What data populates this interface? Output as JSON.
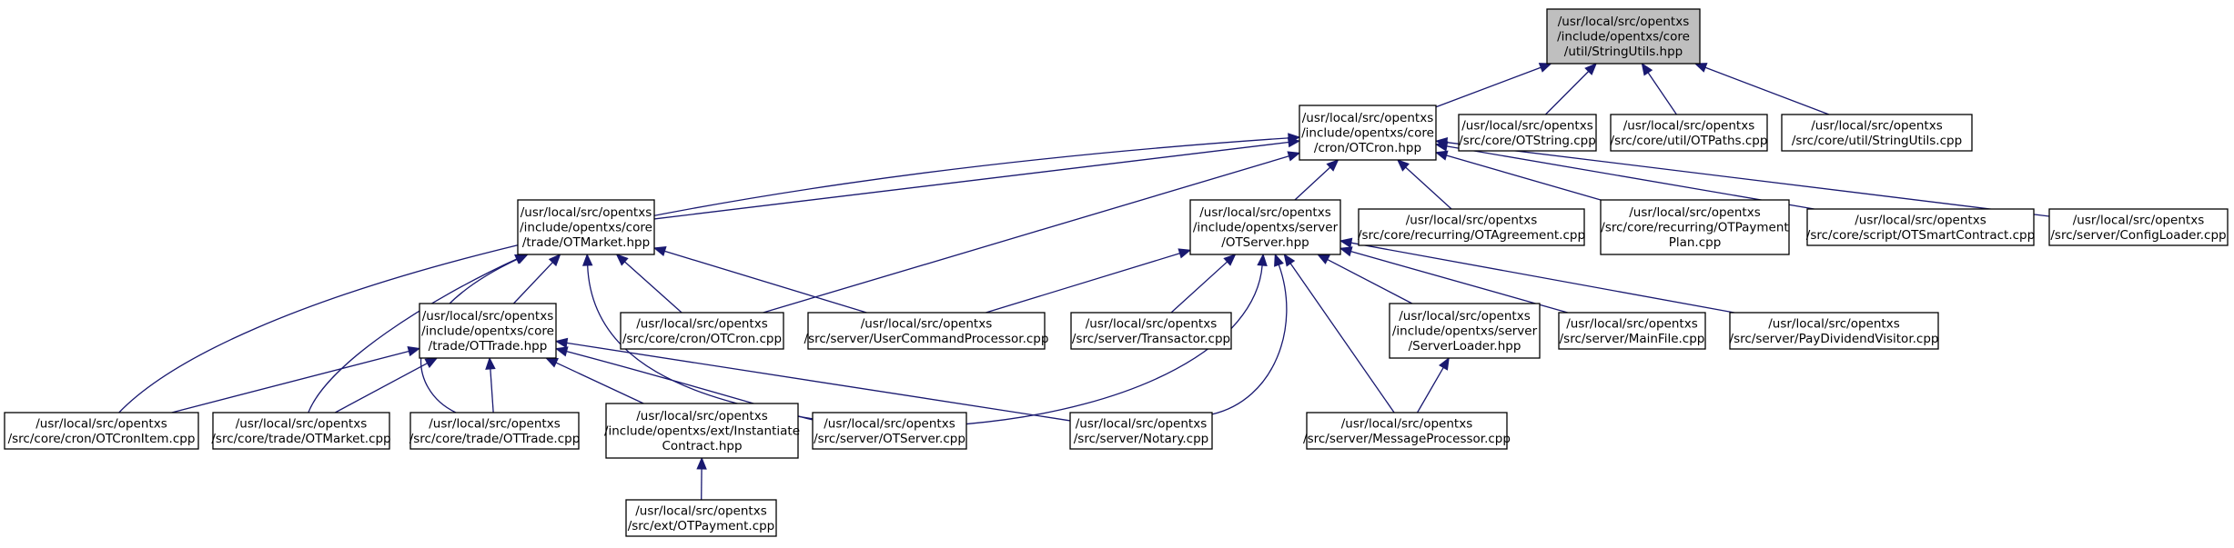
{
  "nodes": [
    {
      "id": "n0",
      "root": true,
      "lines": [
        "/usr/local/src/opentxs",
        "/include/opentxs/core",
        "/util/StringUtils.hpp"
      ]
    },
    {
      "id": "n1",
      "lines": [
        "/usr/local/src/opentxs",
        "/include/opentxs/core",
        "/cron/OTCron.hpp"
      ]
    },
    {
      "id": "n2",
      "lines": [
        "/usr/local/src/opentxs",
        "/src/core/OTString.cpp"
      ]
    },
    {
      "id": "n3",
      "lines": [
        "/usr/local/src/opentxs",
        "/src/core/util/OTPaths.cpp"
      ]
    },
    {
      "id": "n4",
      "lines": [
        "/usr/local/src/opentxs",
        "/src/core/util/StringUtils.cpp"
      ]
    },
    {
      "id": "n5",
      "lines": [
        "/usr/local/src/opentxs",
        "/include/opentxs/core",
        "/trade/OTMarket.hpp"
      ]
    },
    {
      "id": "n6",
      "lines": [
        "/usr/local/src/opentxs",
        "/include/opentxs/server",
        "/OTServer.hpp"
      ]
    },
    {
      "id": "n7",
      "lines": [
        "/usr/local/src/opentxs",
        "/src/core/recurring/OTAgreement.cpp"
      ]
    },
    {
      "id": "n8",
      "lines": [
        "/usr/local/src/opentxs",
        "/src/core/recurring/OTPayment",
        "Plan.cpp"
      ]
    },
    {
      "id": "n9",
      "lines": [
        "/usr/local/src/opentxs",
        "/src/core/script/OTSmartContract.cpp"
      ]
    },
    {
      "id": "n10",
      "lines": [
        "/usr/local/src/opentxs",
        "/src/server/ConfigLoader.cpp"
      ]
    },
    {
      "id": "n11",
      "lines": [
        "/usr/local/src/opentxs",
        "/include/opentxs/core",
        "/trade/OTTrade.hpp"
      ]
    },
    {
      "id": "n12",
      "lines": [
        "/usr/local/src/opentxs",
        "/src/core/cron/OTCron.cpp"
      ]
    },
    {
      "id": "n13",
      "lines": [
        "/usr/local/src/opentxs",
        "/src/server/UserCommandProcessor.cpp"
      ]
    },
    {
      "id": "n14",
      "lines": [
        "/usr/local/src/opentxs",
        "/src/server/Transactor.cpp"
      ]
    },
    {
      "id": "n15",
      "lines": [
        "/usr/local/src/opentxs",
        "/include/opentxs/server",
        "/ServerLoader.hpp"
      ]
    },
    {
      "id": "n16",
      "lines": [
        "/usr/local/src/opentxs",
        "/src/server/MainFile.cpp"
      ]
    },
    {
      "id": "n17",
      "lines": [
        "/usr/local/src/opentxs",
        "/src/server/PayDividendVisitor.cpp"
      ]
    },
    {
      "id": "n18",
      "lines": [
        "/usr/local/src/opentxs",
        "/src/core/cron/OTCronItem.cpp"
      ]
    },
    {
      "id": "n19",
      "lines": [
        "/usr/local/src/opentxs",
        "/src/core/trade/OTMarket.cpp"
      ]
    },
    {
      "id": "n20",
      "lines": [
        "/usr/local/src/opentxs",
        "/src/core/trade/OTTrade.cpp"
      ]
    },
    {
      "id": "n21",
      "lines": [
        "/usr/local/src/opentxs",
        "/include/opentxs/ext/Instantiate",
        "Contract.hpp"
      ]
    },
    {
      "id": "n22",
      "lines": [
        "/usr/local/src/opentxs",
        "/src/server/OTServer.cpp"
      ]
    },
    {
      "id": "n23",
      "lines": [
        "/usr/local/src/opentxs",
        "/src/server/Notary.cpp"
      ]
    },
    {
      "id": "n24",
      "lines": [
        "/usr/local/src/opentxs",
        "/src/server/MessageProcessor.cpp"
      ]
    },
    {
      "id": "n25",
      "lines": [
        "/usr/local/src/opentxs",
        "/src/ext/OTPayment.cpp"
      ]
    }
  ],
  "edges": [
    {
      "from": "n0",
      "to": "n1"
    },
    {
      "from": "n0",
      "to": "n2"
    },
    {
      "from": "n0",
      "to": "n3"
    },
    {
      "from": "n0",
      "to": "n4"
    },
    {
      "from": "n1",
      "to": "n5"
    },
    {
      "from": "n1",
      "to": "n6"
    },
    {
      "from": "n1",
      "to": "n7"
    },
    {
      "from": "n1",
      "to": "n8"
    },
    {
      "from": "n1",
      "to": "n9"
    },
    {
      "from": "n1",
      "to": "n10"
    },
    {
      "from": "n1",
      "to": "n12"
    },
    {
      "from": "n1",
      "to": "n18"
    },
    {
      "from": "n5",
      "to": "n11"
    },
    {
      "from": "n5",
      "to": "n12"
    },
    {
      "from": "n5",
      "to": "n13"
    },
    {
      "from": "n5",
      "to": "n19"
    },
    {
      "from": "n5",
      "to": "n20"
    },
    {
      "from": "n5",
      "to": "n22"
    },
    {
      "from": "n6",
      "to": "n13"
    },
    {
      "from": "n6",
      "to": "n14"
    },
    {
      "from": "n6",
      "to": "n15"
    },
    {
      "from": "n6",
      "to": "n16"
    },
    {
      "from": "n6",
      "to": "n17"
    },
    {
      "from": "n6",
      "to": "n22"
    },
    {
      "from": "n6",
      "to": "n23"
    },
    {
      "from": "n6",
      "to": "n24"
    },
    {
      "from": "n11",
      "to": "n18"
    },
    {
      "from": "n11",
      "to": "n19"
    },
    {
      "from": "n11",
      "to": "n20"
    },
    {
      "from": "n11",
      "to": "n21"
    },
    {
      "from": "n11",
      "to": "n22"
    },
    {
      "from": "n11",
      "to": "n23"
    },
    {
      "from": "n15",
      "to": "n24"
    },
    {
      "from": "n21",
      "to": "n25"
    }
  ]
}
